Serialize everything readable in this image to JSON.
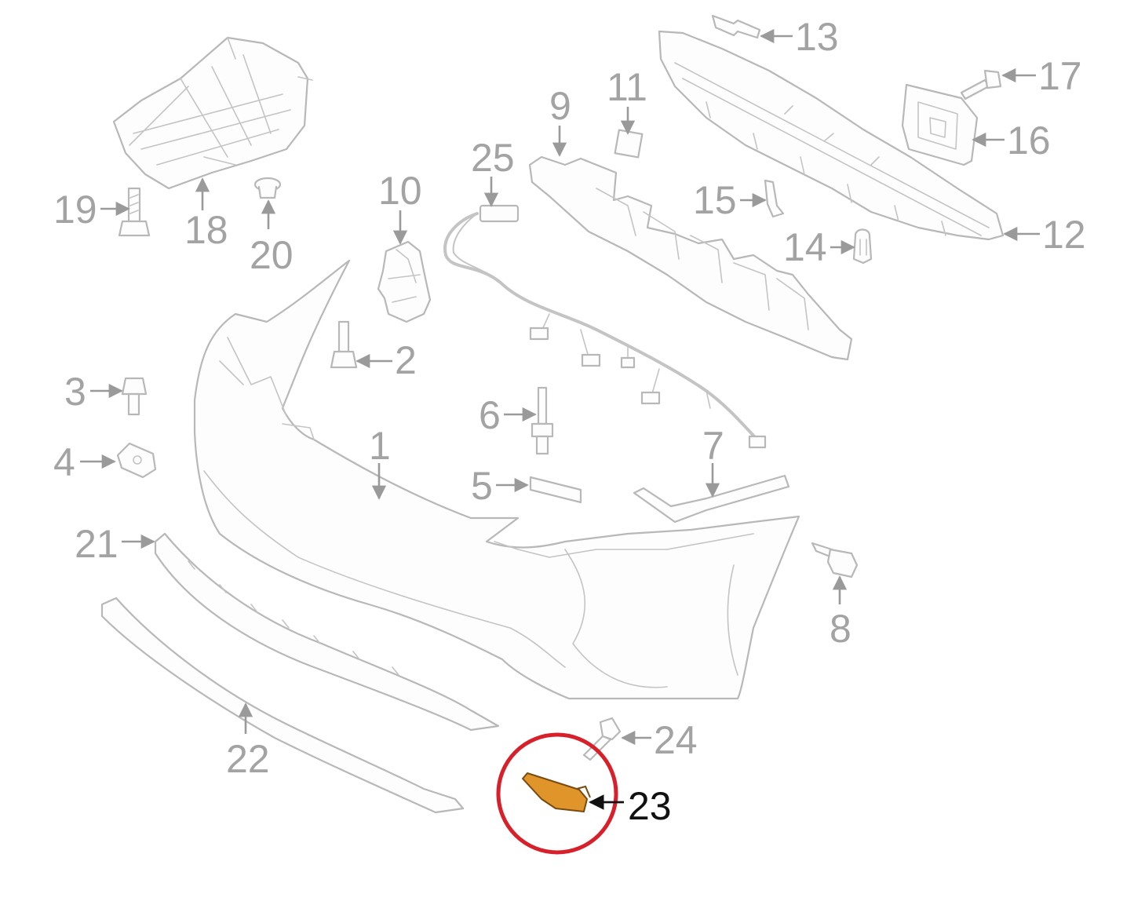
{
  "diagram": {
    "callouts": {
      "c1": "1",
      "c2": "2",
      "c3": "3",
      "c4": "4",
      "c5": "5",
      "c6": "6",
      "c7": "7",
      "c8": "8",
      "c9": "9",
      "c10": "10",
      "c11": "11",
      "c12": "12",
      "c13": "13",
      "c14": "14",
      "c15": "15",
      "c16": "16",
      "c17": "17",
      "c18": "18",
      "c19": "19",
      "c20": "20",
      "c21": "21",
      "c22": "22",
      "c23": "23",
      "c24": "24",
      "c25": "25"
    },
    "highlighted_part": "23",
    "colors": {
      "line_art": "#b8b8b8",
      "callout_text": "#a3a3a3",
      "highlight_part": "#e0952a",
      "highlight_ring": "#d8202a",
      "highlight_text": "#111111"
    }
  }
}
